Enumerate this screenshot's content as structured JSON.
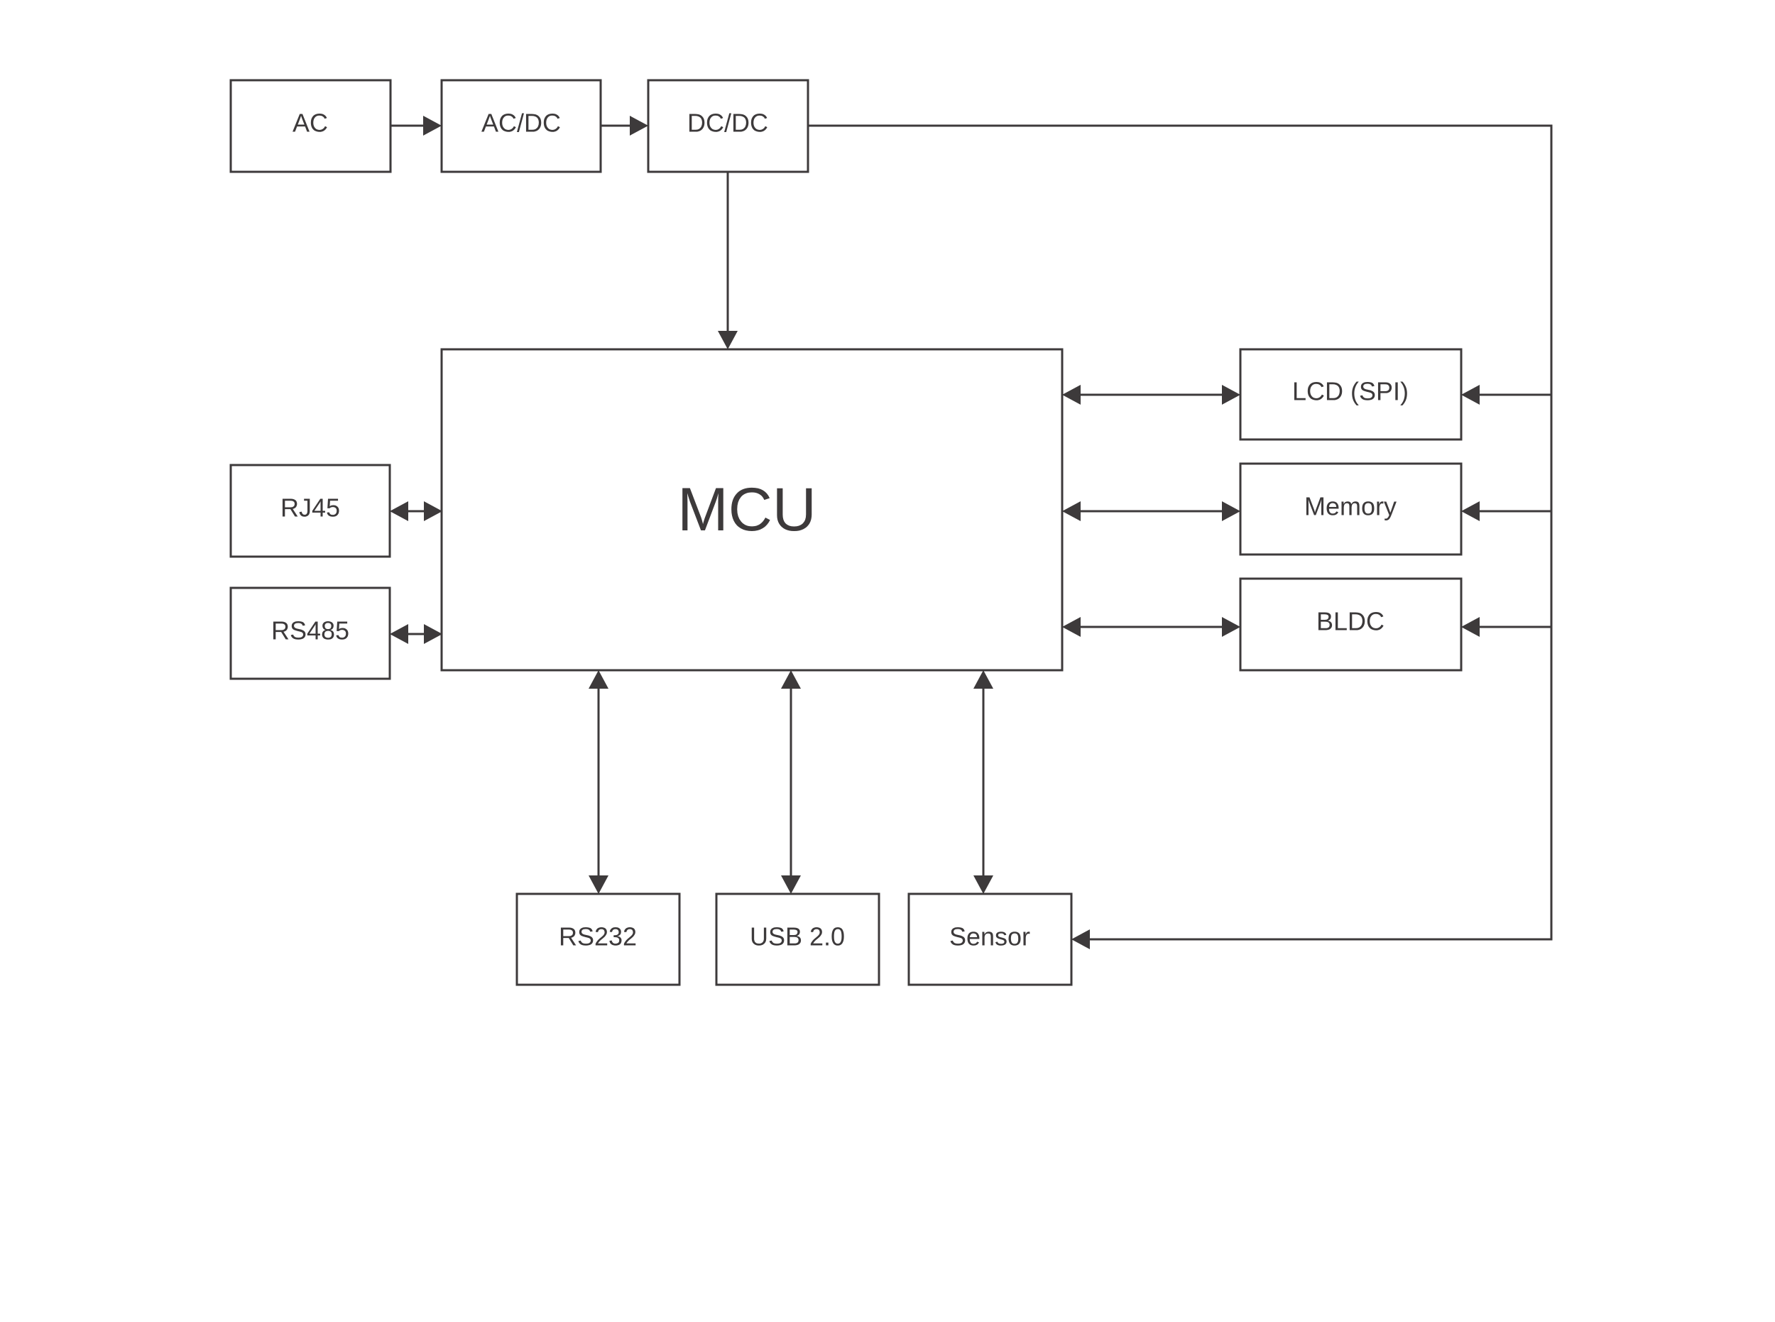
{
  "blocks": {
    "ac": "AC",
    "acdc": "AC/DC",
    "dcdc": "DC/DC",
    "mcu": "MCU",
    "lcd": "LCD (SPI)",
    "memory": "Memory",
    "bldc": "BLDC",
    "rj45": "RJ45",
    "rs485": "RS485",
    "rs232": "RS232",
    "usb": "USB 2.0",
    "sensor": "Sensor"
  },
  "colors": {
    "stroke": "#3d3a3b",
    "background": "#ffffff"
  }
}
